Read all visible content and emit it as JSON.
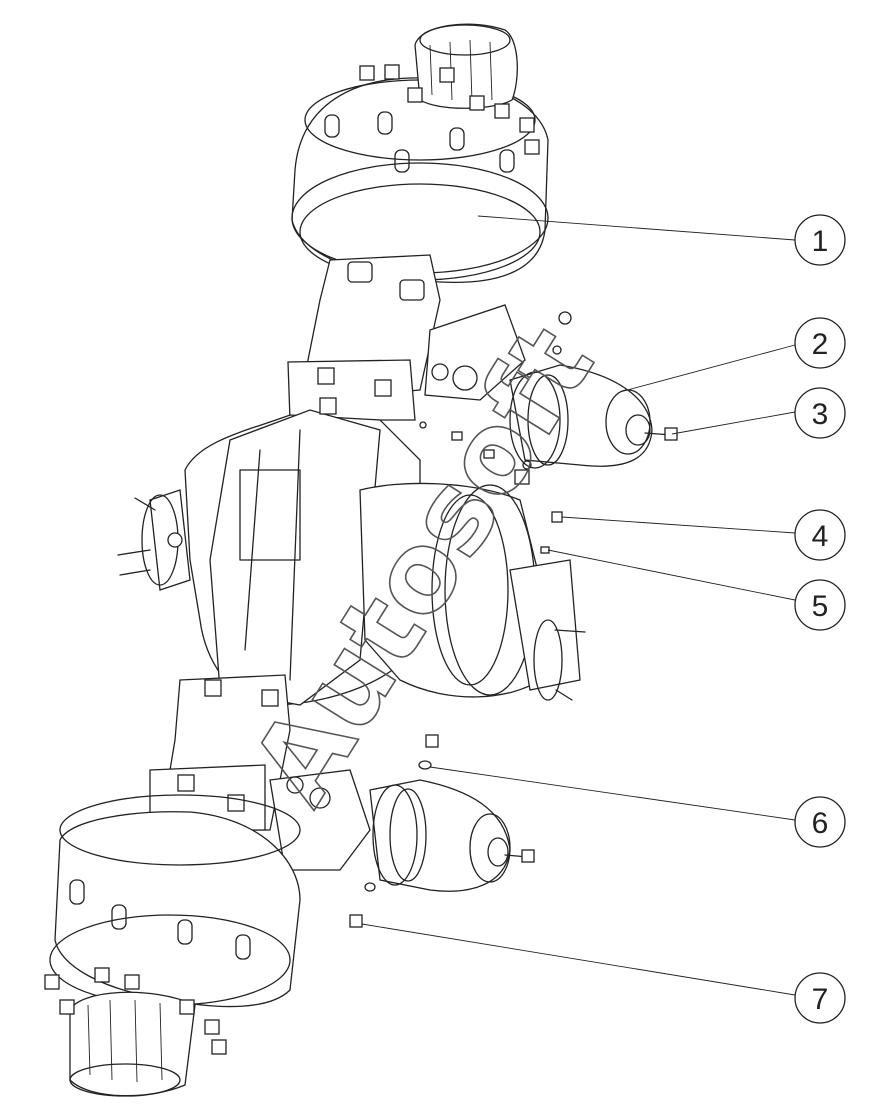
{
  "callouts": [
    {
      "label": "1"
    },
    {
      "label": "2"
    },
    {
      "label": "3"
    },
    {
      "label": "4"
    },
    {
      "label": "5"
    },
    {
      "label": "6"
    },
    {
      "label": "7"
    }
  ],
  "watermark": "Autosoft",
  "colors": {
    "line": "#222222",
    "background": "#ffffff",
    "watermark": "#555555"
  }
}
